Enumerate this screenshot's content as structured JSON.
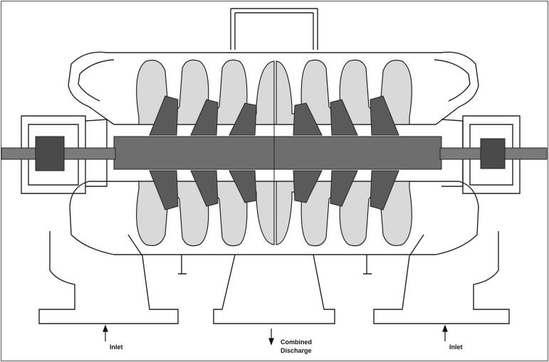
{
  "labels": {
    "inlet_left": "Inlet",
    "discharge_line1": "Combined",
    "discharge_line2": "Discharge",
    "inlet_right": "Inlet"
  },
  "colors": {
    "background": "#ffffff",
    "line": "#222222",
    "impeller": "#5a5a5a",
    "rotor": "#6e6e6e",
    "passage": "#d9d9d9"
  },
  "icons": {
    "inlet_arrow": "arrow-up-icon",
    "discharge_arrow": "arrow-down-icon"
  }
}
